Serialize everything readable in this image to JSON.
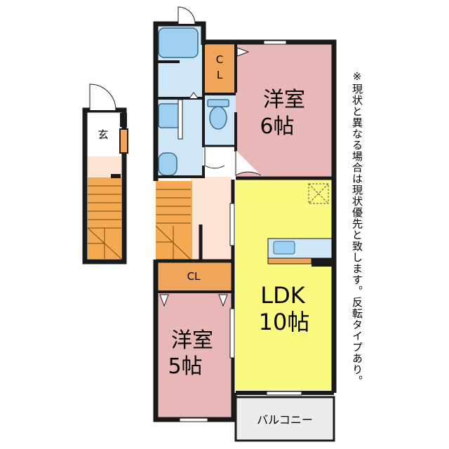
{
  "rooms": {
    "genkan": "玄",
    "cl_top_c": "C",
    "cl_top_l": "L",
    "cl_mid": "CL",
    "western6_name": "洋室",
    "western6_size": "6帖",
    "western5_name": "洋室",
    "western5_size": "5帖",
    "ldk_name": "LDK",
    "ldk_size": "10帖",
    "balcony": "バルコニー"
  },
  "note": "※現状と異なる場合は現状優先と致します。反転タイプあり。",
  "colors": {
    "wall": "#1a1a1a",
    "western": "#e8b7b7",
    "ldk": "#fafa80",
    "wet": "#cfe6f7",
    "closet": "#f0a65a",
    "stairs": "#f3aa52",
    "hall": "#fde3d2",
    "balcony": "#ececec"
  }
}
